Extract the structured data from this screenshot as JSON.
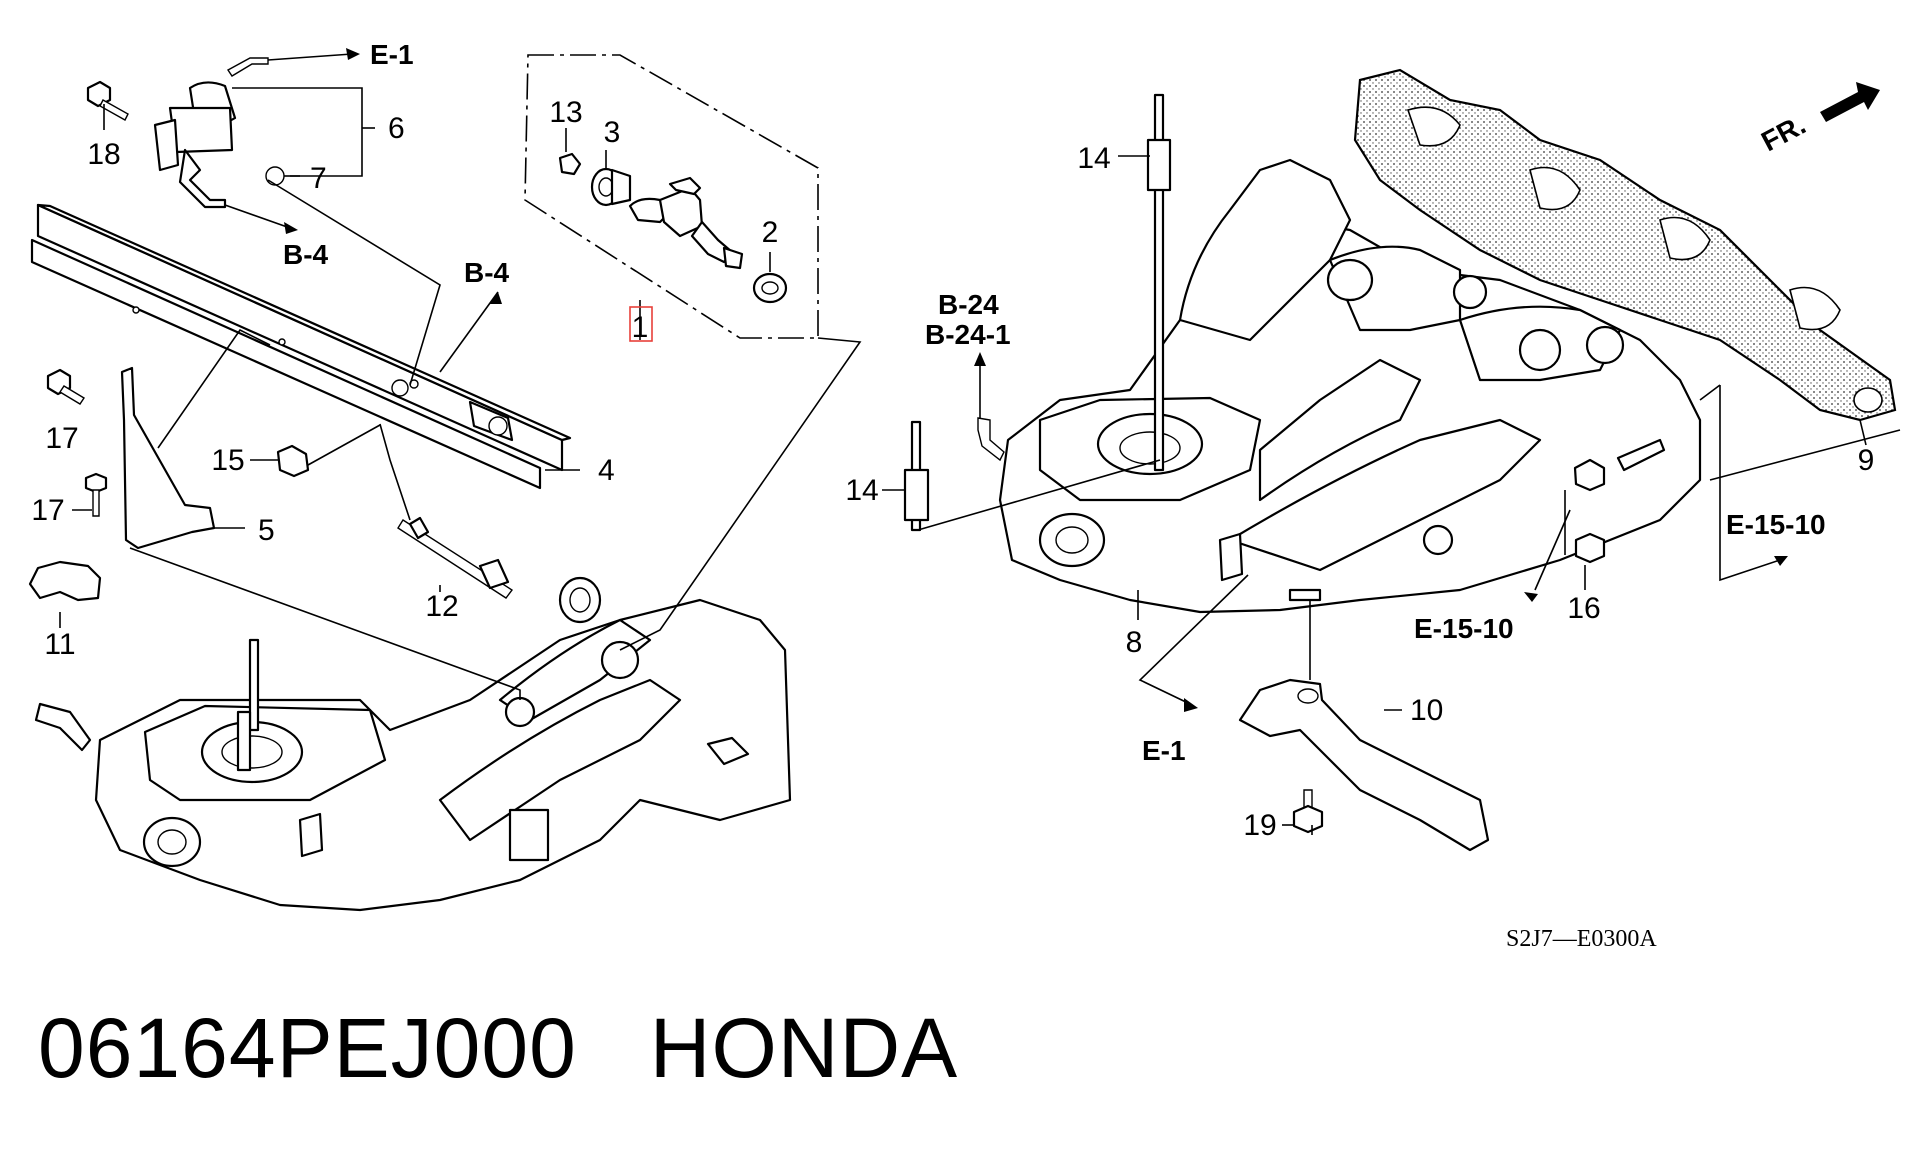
{
  "callouts": {
    "c1": "1",
    "c2": "2",
    "c3": "3",
    "c4": "4",
    "c5": "5",
    "c6": "6",
    "c7": "7",
    "c8": "8",
    "c9": "9",
    "c10": "10",
    "c11": "11",
    "c12": "12",
    "c13": "13",
    "c14a": "14",
    "c14b": "14",
    "c15": "15",
    "c16": "16",
    "c17a": "17",
    "c17b": "17",
    "c18": "18",
    "c19": "19"
  },
  "references": {
    "e1_top": "E-1",
    "b4_left": "B-4",
    "b4_mid": "B-4",
    "b24": "B-24",
    "b241": "B-24-1",
    "e1_bottom": "E-1",
    "e1510_right": "E-15-10",
    "e1510_bottom": "E-15-10",
    "fr": "FR."
  },
  "diagram_code": "S2J7—E0300A",
  "caption": "06164PEJ000   HONDA",
  "highlight_color": "#e8403a"
}
